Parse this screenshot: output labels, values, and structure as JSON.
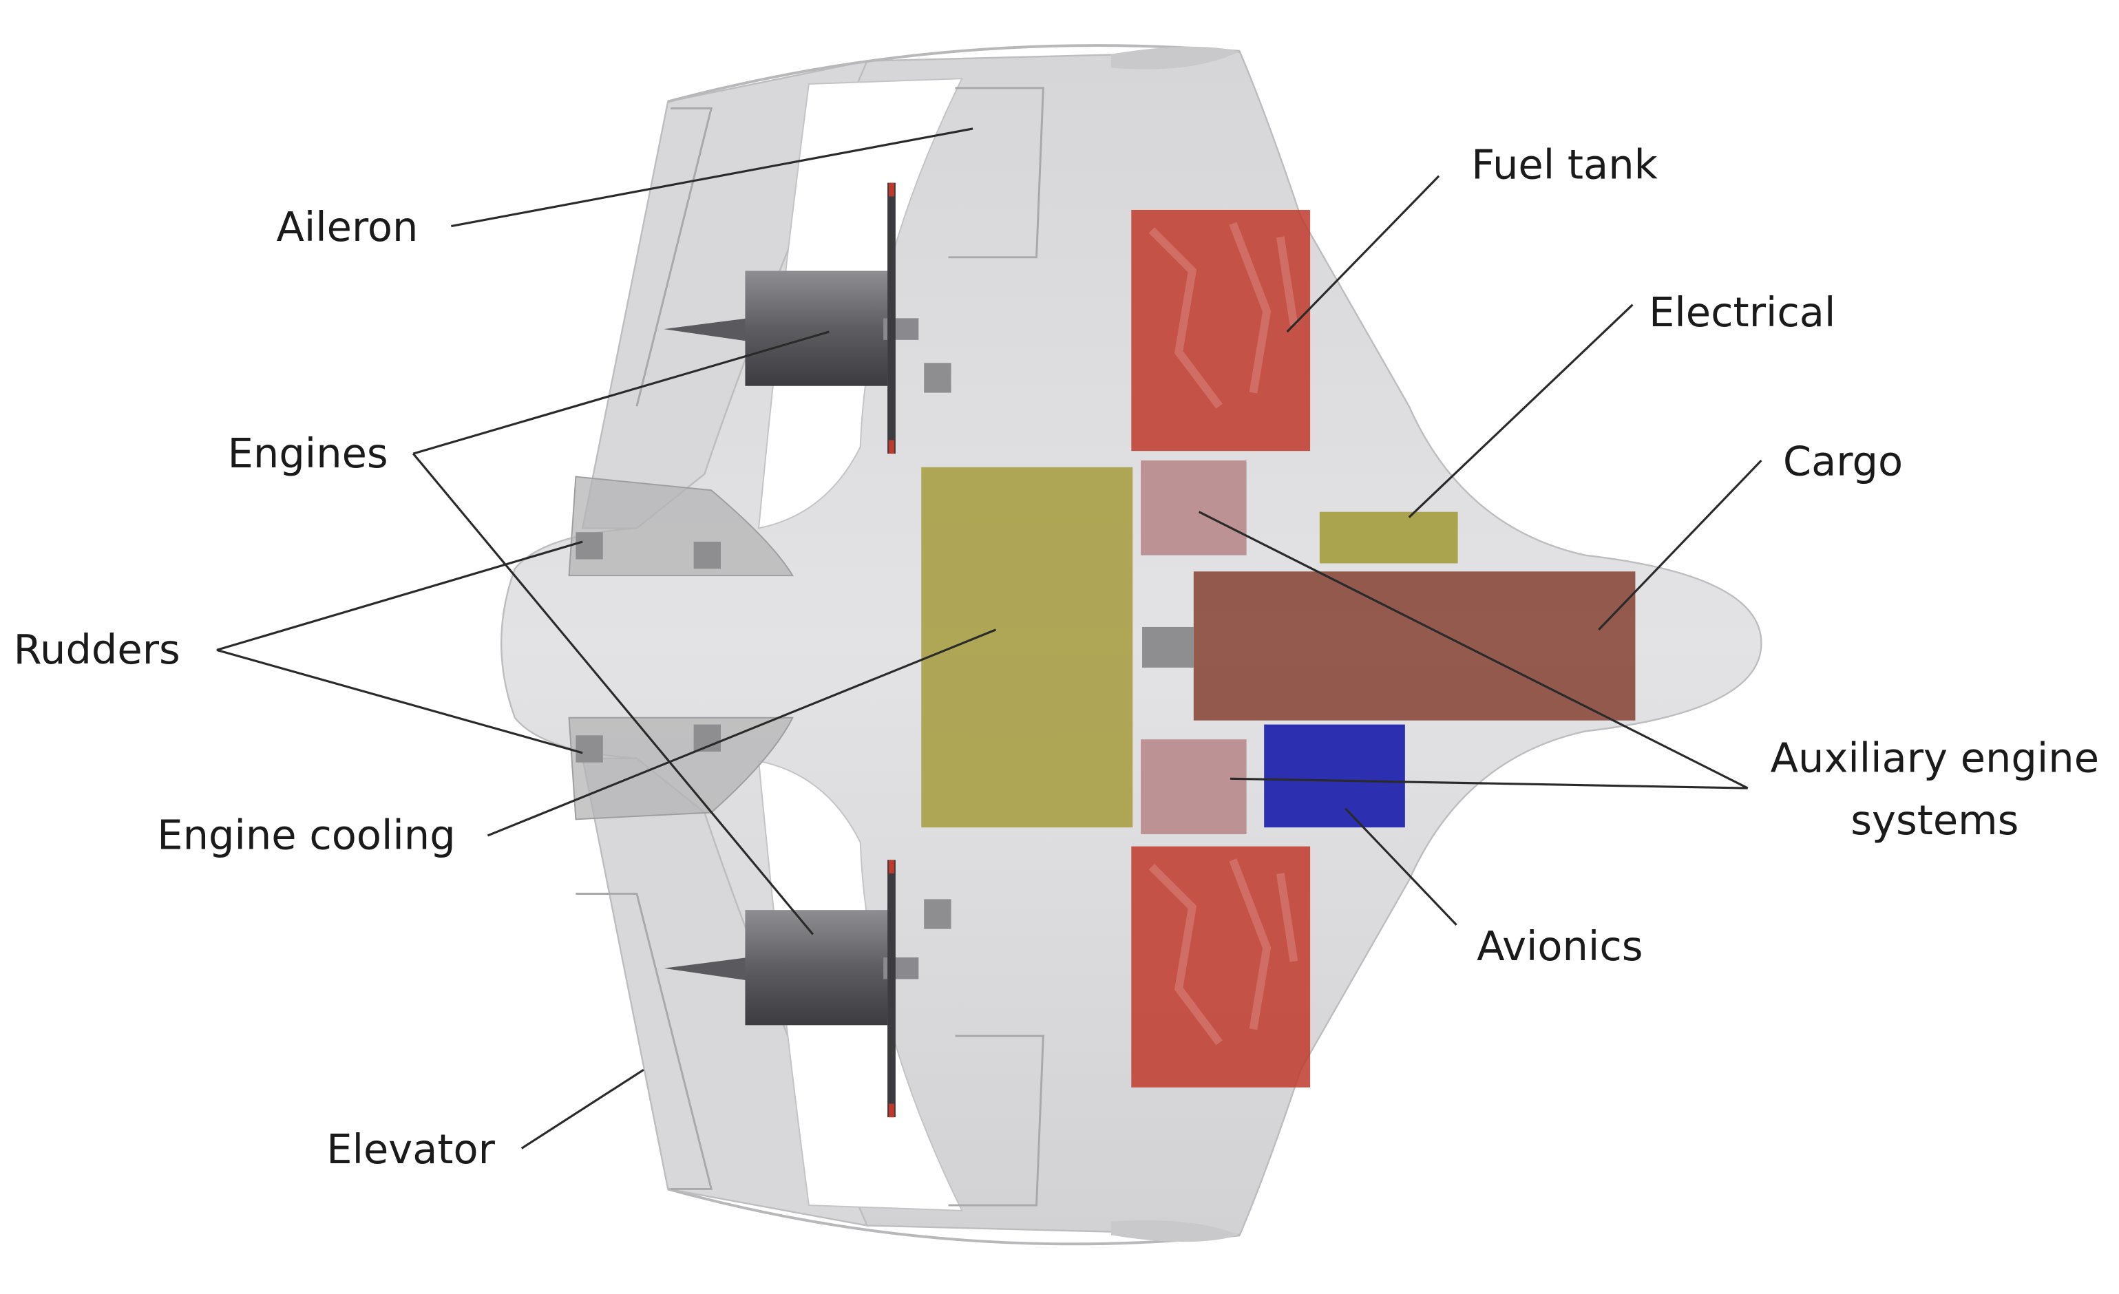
{
  "labels": {
    "aileron": "Aileron",
    "engines": "Engines",
    "rudders": "Rudders",
    "engine_cooling": "Engine cooling",
    "elevator": "Elevator",
    "fuel_tank": "Fuel tank",
    "electrical": "Electrical",
    "cargo": "Cargo",
    "aux_line1": "Auxiliary engine",
    "aux_line2": "systems",
    "avionics": "Avionics"
  },
  "colors": {
    "airframe": "#dcdcdc",
    "fuel_tank": "#c0392b",
    "engine_cooling": "#a8a046",
    "electrical": "#a6a046",
    "cargo": "#8b4a3c",
    "auxiliary_engine_systems": "#b98a8c",
    "avionics": "#2b2fb0",
    "engine": "#6f6f73"
  }
}
